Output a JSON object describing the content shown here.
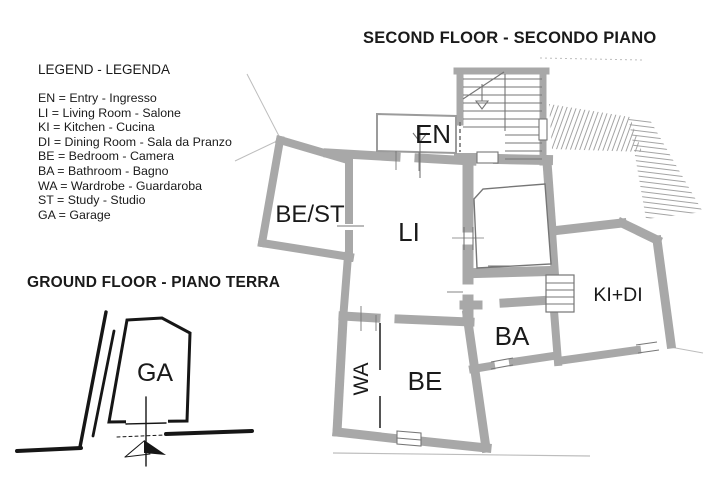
{
  "document": {
    "type": "apartment floor plan drawing"
  },
  "colors": {
    "wall": "#a8a8a8",
    "thin_line": "#767676",
    "faint_line": "#bdbdbd",
    "ink": "#1a1a1a"
  },
  "legend": {
    "title": "LEGEND - LEGENDA",
    "items": [
      "EN = Entry - Ingresso",
      "LI = Living Room - Salone",
      "KI = Kitchen - Cucina",
      "DI = Dining Room - Sala da Pranzo",
      "BE = Bedroom - Camera",
      "BA = Bathroom - Bagno",
      "WA = Wardrobe - Guardaroba",
      "ST = Study - Studio",
      "GA = Garage"
    ]
  },
  "second_floor": {
    "title": "SECOND FLOOR - SECONDO PIANO",
    "rooms": [
      {
        "id": "en",
        "label": "EN"
      },
      {
        "id": "be-st",
        "label": "BE/ST"
      },
      {
        "id": "li",
        "label": "LI"
      },
      {
        "id": "wa",
        "label": "WA"
      },
      {
        "id": "be",
        "label": "BE"
      },
      {
        "id": "ba",
        "label": "BA"
      },
      {
        "id": "ki-di",
        "label": "KI+DI"
      }
    ]
  },
  "ground_floor": {
    "title": "GROUND FLOOR - PIANO TERRA",
    "rooms": [
      {
        "id": "ga",
        "label": "GA"
      }
    ]
  }
}
